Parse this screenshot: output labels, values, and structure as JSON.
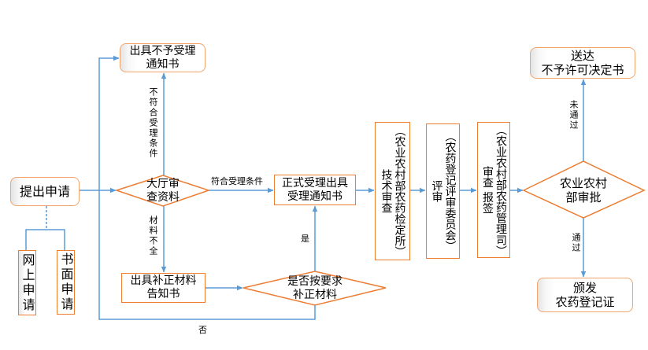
{
  "nodes": {
    "submit": {
      "label": "提出申请"
    },
    "online": {
      "label": "网上申请"
    },
    "paper": {
      "label": "书面申请"
    },
    "hall_review": {
      "lines": [
        "大厅审",
        "查资料"
      ]
    },
    "reject_notice": {
      "lines": [
        "出具不予受理",
        "通知书"
      ]
    },
    "correction_notice": {
      "lines": [
        "出具补正材料",
        "告知书"
      ]
    },
    "correction_check": {
      "lines": [
        "是否按要求",
        "补正材料"
      ]
    },
    "accept_notice": {
      "lines": [
        "正式受理出具",
        "受理通知书"
      ]
    },
    "tech_review": {
      "lines": [
        "技术审查",
        "（农业农村部农药检定所）"
      ]
    },
    "committee_review": {
      "lines": [
        "评审",
        "（农药登记评审委员会）"
      ]
    },
    "admin_review": {
      "lines": [
        "审查 报签",
        "（农业农村部农药管理司）"
      ]
    },
    "ministry_approval": {
      "lines": [
        "农业农村",
        "部审批"
      ]
    },
    "deny_decision": {
      "lines": [
        "送达",
        "不予许可决定书"
      ]
    },
    "issue_certificate": {
      "lines": [
        "颁发",
        "农药登记证"
      ]
    }
  },
  "edge_labels": {
    "not_meet": "不符合受理条件",
    "meet": "符合受理条件",
    "incomplete": "材料不全",
    "yes": "是",
    "no": "否",
    "not_passed": "未通过",
    "passed": "通过"
  },
  "colors": {
    "connector": "#5B9BD5",
    "node_border": "#ED7D31",
    "rounded_node_border": "#F2A46C"
  }
}
